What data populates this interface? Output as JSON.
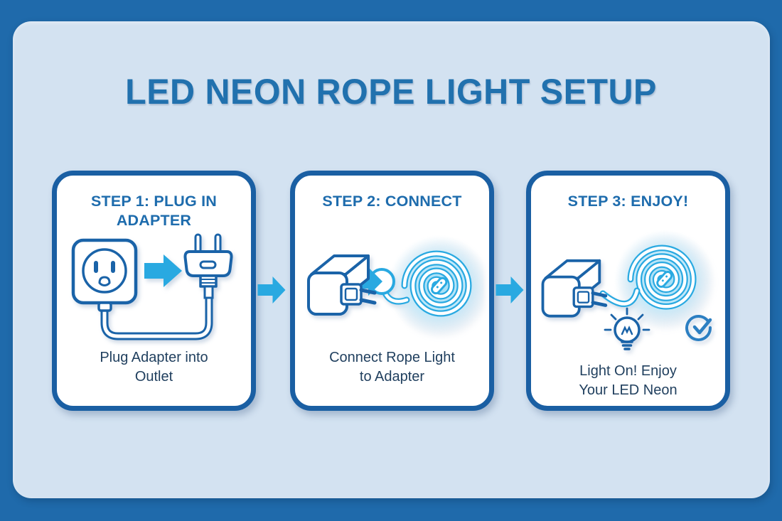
{
  "title": "LED NEON ROPE LIGHT SETUP",
  "colors": {
    "frame": "#1f6aab",
    "panel": "#d3e2f1",
    "card-border": "#1a5fa3",
    "card-bg": "#ffffff",
    "heading": "#1e6cad",
    "caption": "#21405f",
    "cyan": "#29a9e1",
    "outline": "#1a63a8",
    "title": "#2171ae"
  },
  "steps": [
    {
      "heading": "STEP 1: PLUG IN\nADAPTER",
      "caption": "Plug Adapter into\nOutlet",
      "icon": "outlet-arrow-plug-illustration"
    },
    {
      "heading": "STEP 2: CONNECT",
      "caption": "Connect Rope Light\nto Adapter",
      "icon": "adapter-arrow-rope-coil-illustration"
    },
    {
      "heading": "STEP 3: ENJOY!",
      "caption": "Light On! Enjoy\nYour LED Neon",
      "icon": "adapter-lit-rope-bulb-check-illustration"
    }
  ],
  "connectors": [
    "right-arrow",
    "right-arrow"
  ]
}
